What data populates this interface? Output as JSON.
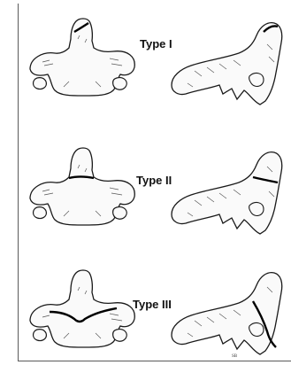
{
  "figure": {
    "panels": [
      {
        "type_label": "Type I",
        "fracture": "tip"
      },
      {
        "type_label": "Type II",
        "fracture": "base"
      },
      {
        "type_label": "Type III",
        "fracture": "body"
      }
    ],
    "artist_mark": "SB"
  },
  "colors": {
    "bone_fill": "#fafafa",
    "outline": "#1a1a1a",
    "shading": "#555555",
    "fracture_line": "#000000",
    "frame": "#5a5a5a"
  }
}
